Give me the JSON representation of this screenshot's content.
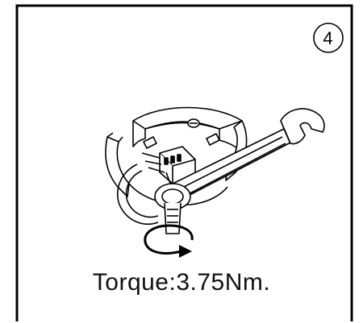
{
  "step": {
    "number": "4"
  },
  "caption": {
    "text": "Torque:3.75Nm."
  },
  "illustration": {
    "subject": "wrench tightening connector on mounting bracket",
    "icons": [
      "wrench-icon",
      "rotation-arrow-icon",
      "mounting-base-icon",
      "cable-icon"
    ]
  },
  "colors": {
    "line": "#000000",
    "background": "#ffffff"
  }
}
